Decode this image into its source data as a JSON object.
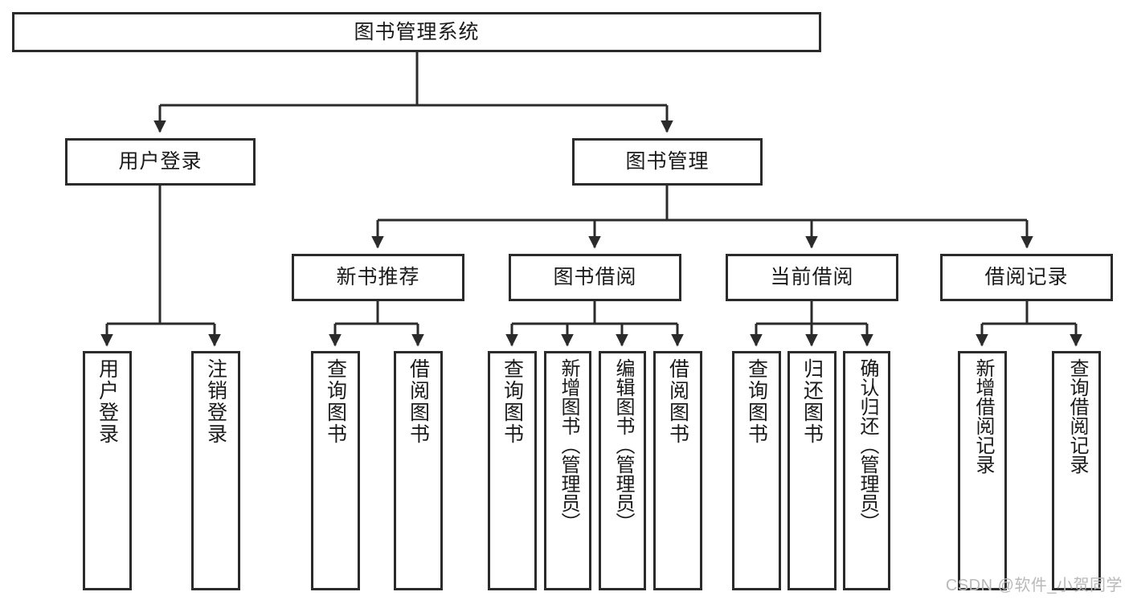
{
  "diagram": {
    "title": "图书管理系统",
    "watermark": "CSDN @软件_小贺同学",
    "colors": {
      "border": "#2b2b2b",
      "fill": "#ffffff",
      "text": "#1a1a1a",
      "watermark": "#b9b9b9",
      "background": "#ffffff"
    },
    "levels": {
      "root": "图书管理系统",
      "level2": [
        "用户登录",
        "图书管理"
      ],
      "level3": [
        "新书推荐",
        "图书借阅",
        "当前借阅",
        "借阅记录"
      ]
    },
    "nodes": {
      "root": {
        "label": "图书管理系统"
      },
      "user_login": {
        "label": "用户登录"
      },
      "book_manage": {
        "label": "图书管理"
      },
      "new_book_rec": {
        "label": "新书推荐"
      },
      "book_borrow": {
        "label": "图书借阅"
      },
      "current_borrow": {
        "label": "当前借阅"
      },
      "borrow_record": {
        "label": "借阅记录"
      },
      "leaf_user_login": {
        "label": "用户登录"
      },
      "leaf_user_logout": {
        "label": "注销登录"
      },
      "leaf_query_book_1": {
        "label": "查询图书"
      },
      "leaf_borrow_book_1": {
        "label": "借阅图书"
      },
      "leaf_query_book_2": {
        "label": "查询图书"
      },
      "leaf_add_book": {
        "label": "新增图书（管理员）"
      },
      "leaf_edit_book": {
        "label": "编辑图书（管理员）"
      },
      "leaf_borrow_book_2": {
        "label": "借阅图书"
      },
      "leaf_query_book_3": {
        "label": "查询图书"
      },
      "leaf_return_book": {
        "label": "归还图书"
      },
      "leaf_confirm_return": {
        "label": "确认归还（管理员）"
      },
      "leaf_add_record": {
        "label": "新增借阅记录"
      },
      "leaf_query_record": {
        "label": "查询借阅记录"
      }
    },
    "tree": {
      "name": "图书管理系统",
      "children": [
        {
          "name": "用户登录",
          "children": [
            {
              "name": "用户登录"
            },
            {
              "name": "注销登录"
            }
          ]
        },
        {
          "name": "图书管理",
          "children": [
            {
              "name": "新书推荐",
              "children": [
                {
                  "name": "查询图书"
                },
                {
                  "name": "借阅图书"
                }
              ]
            },
            {
              "name": "图书借阅",
              "children": [
                {
                  "name": "查询图书"
                },
                {
                  "name": "新增图书（管理员）"
                },
                {
                  "name": "编辑图书（管理员）"
                },
                {
                  "name": "借阅图书"
                }
              ]
            },
            {
              "name": "当前借阅",
              "children": [
                {
                  "name": "查询图书"
                },
                {
                  "name": "归还图书"
                },
                {
                  "name": "确认归还（管理员）"
                }
              ]
            },
            {
              "name": "借阅记录",
              "children": [
                {
                  "name": "新增借阅记录"
                },
                {
                  "name": "查询借阅记录"
                }
              ]
            }
          ]
        }
      ]
    }
  }
}
